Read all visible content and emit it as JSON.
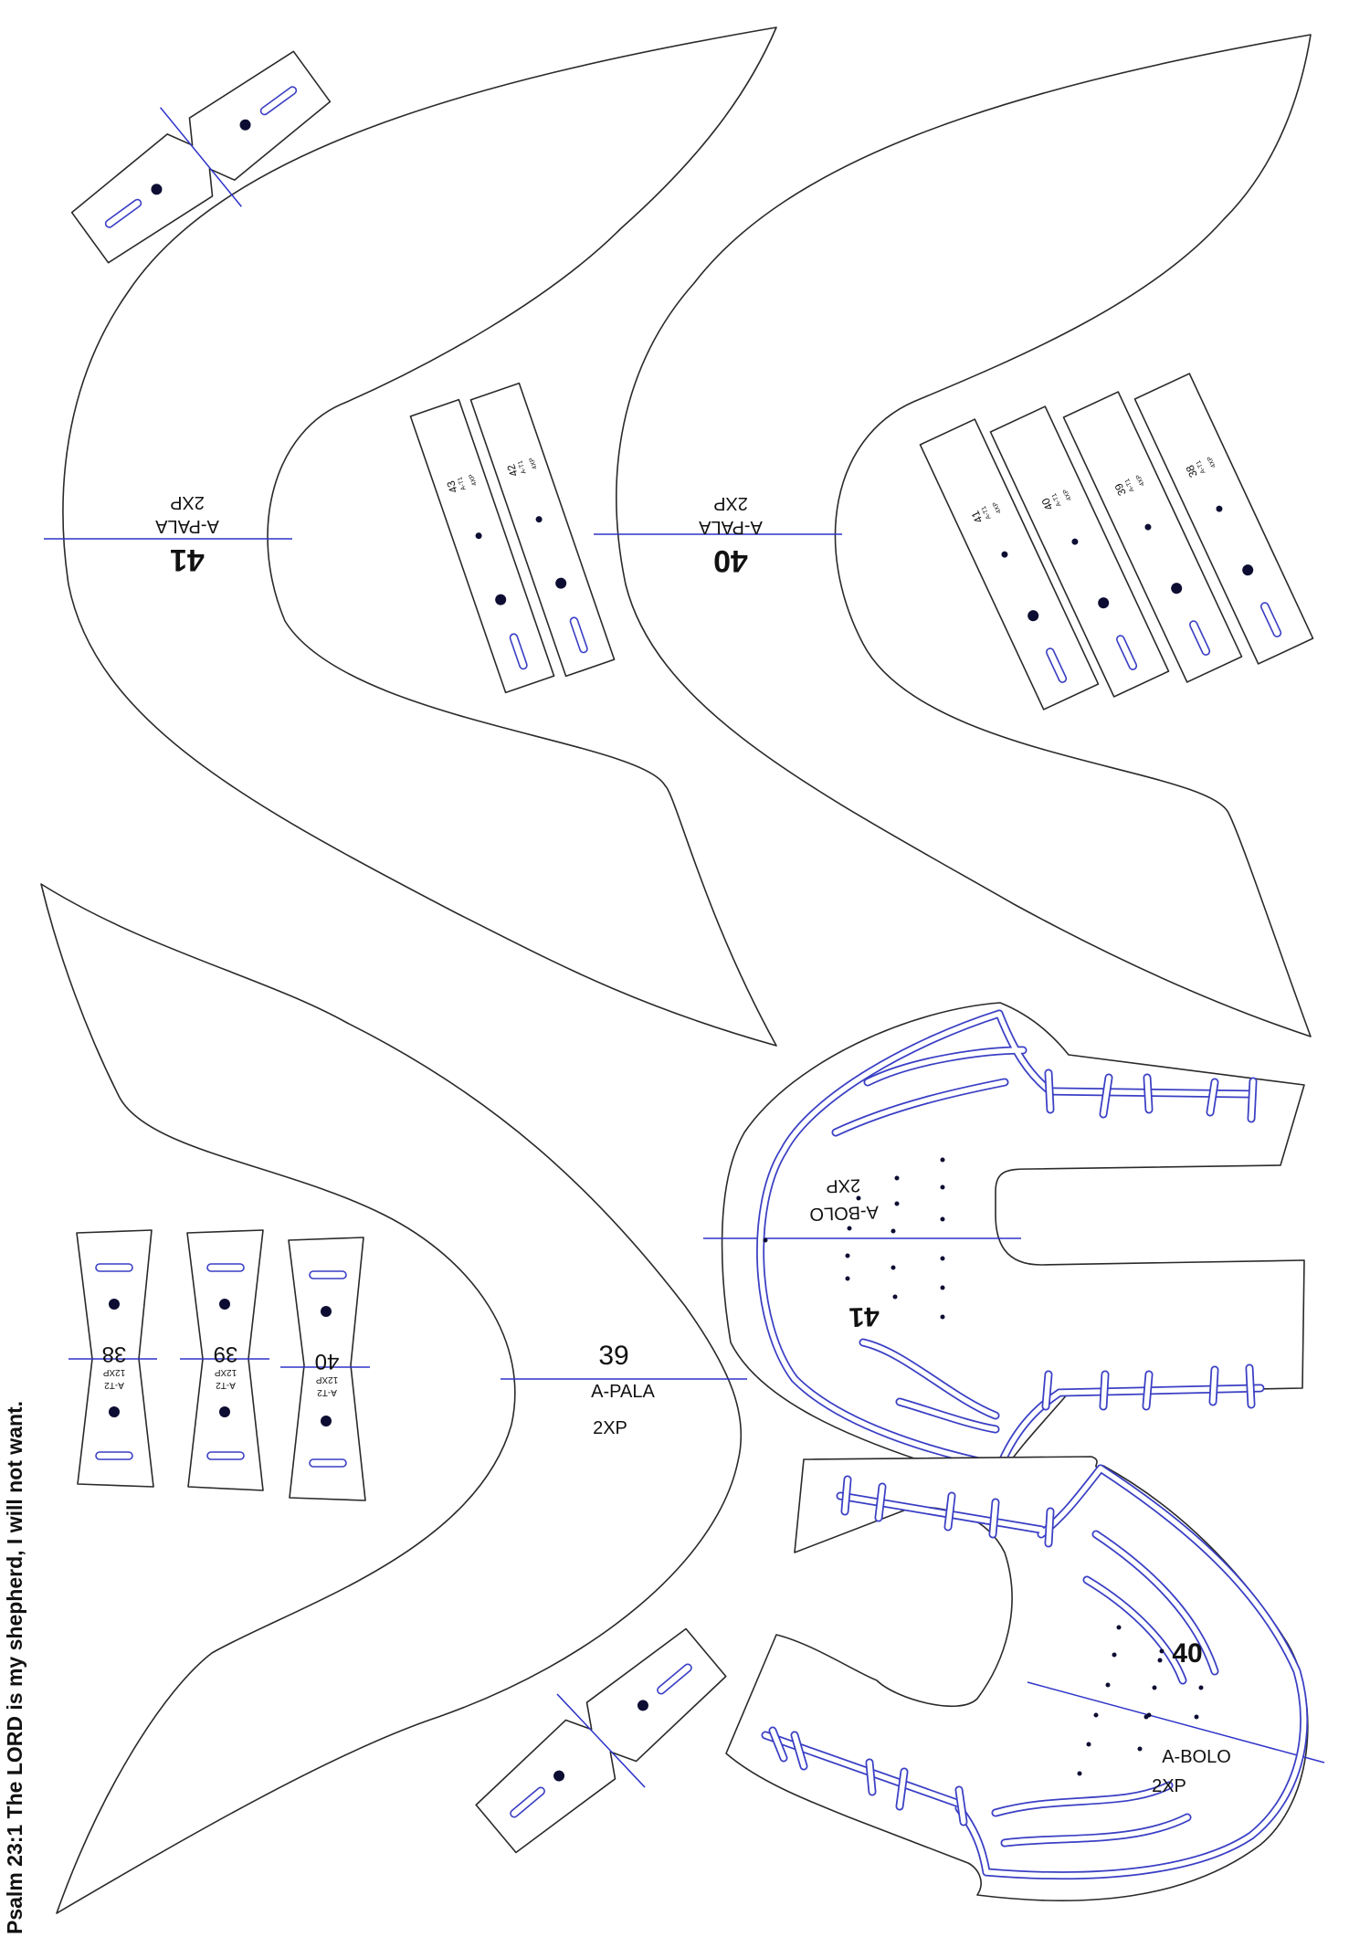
{
  "pieces": {
    "vamp_41": {
      "size": "41",
      "name": "A-PALA",
      "qty": "2XP"
    },
    "vamp_40": {
      "size": "40",
      "name": "A-PALA",
      "qty": "2XP"
    },
    "vamp_39": {
      "size": "39",
      "name": "A-PALA",
      "qty": "2XP"
    },
    "quarter_41": {
      "size": "41",
      "name": "A-BOLO",
      "qty": "2XP"
    },
    "quarter_40": {
      "size": "40",
      "name": "A-BOLO",
      "qty": "2XP"
    }
  },
  "tabs_t1": [
    {
      "size": "43",
      "code": "A-T1",
      "qty": "4XP"
    },
    {
      "size": "42",
      "code": "A-T1",
      "qty": "4XP"
    },
    {
      "size": "41",
      "code": "A-T1",
      "qty": "4XP"
    },
    {
      "size": "40",
      "code": "A-T1",
      "qty": "4XP"
    },
    {
      "size": "39",
      "code": "A-T1",
      "qty": "4XP"
    },
    {
      "size": "38",
      "code": "A-T1",
      "qty": "4XP"
    }
  ],
  "tabs_t2": [
    {
      "size": "38",
      "code": "A-T2",
      "qty": "12XP"
    },
    {
      "size": "39",
      "code": "A-T2",
      "qty": "12XP"
    },
    {
      "size": "40",
      "code": "A-T2",
      "qty": "12XP"
    }
  ],
  "footer": {
    "verse": "Psalm 23:1 The LORD is my shepherd, I will not want."
  },
  "colors": {
    "outline": "#2a2a2a",
    "axis": "#2e34c8",
    "stitch": "#3a3fc4",
    "dot": "#0d0d33"
  }
}
